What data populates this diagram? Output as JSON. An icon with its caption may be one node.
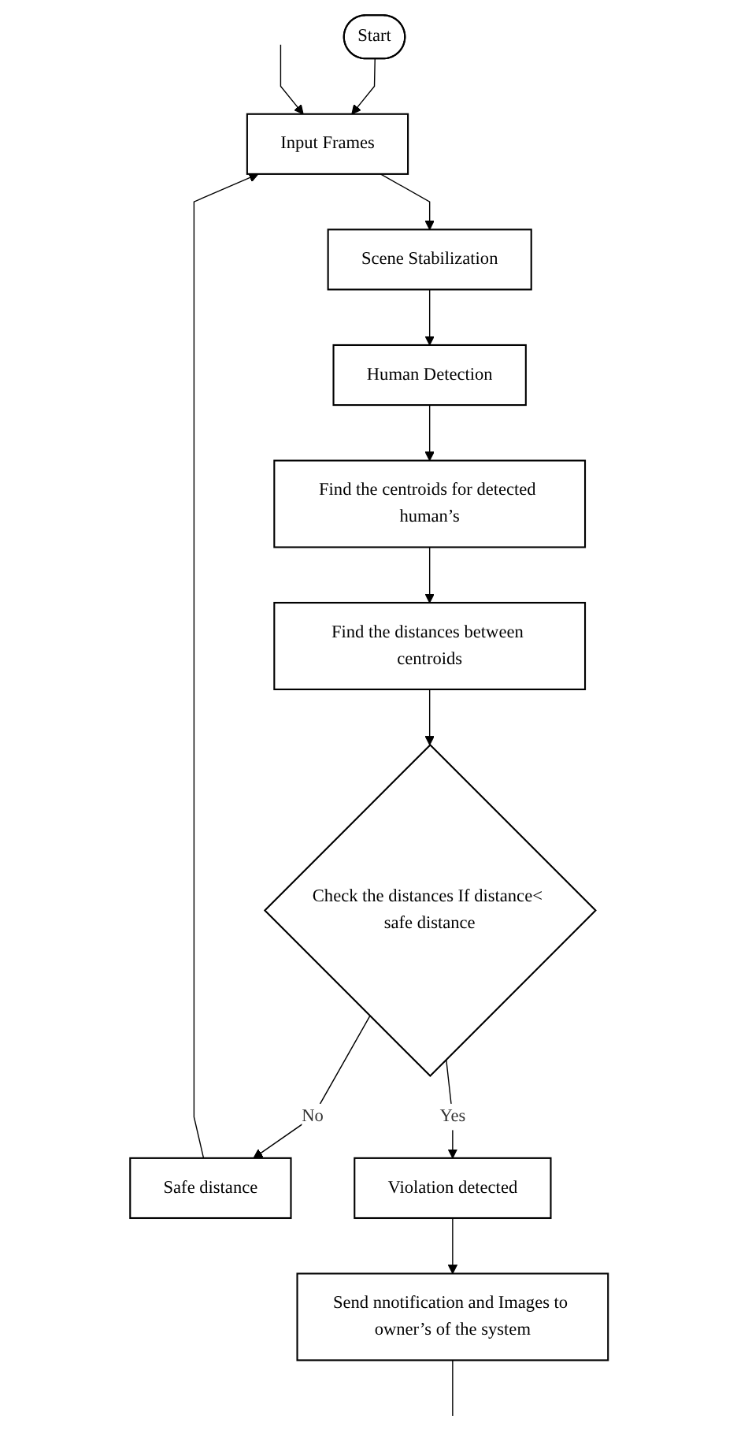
{
  "diagram": {
    "nodes": [
      {
        "text": [
          "Start"
        ]
      },
      {
        "text": [
          "Input Frames"
        ]
      },
      {
        "text": [
          "Scene Stabilization"
        ]
      },
      {
        "text": [
          "Human Detection"
        ]
      },
      {
        "text": [
          "Find the centroids for detected human’s"
        ]
      },
      {
        "text": [
          "Find the distances between centroids"
        ]
      },
      {
        "text": [
          "Check the distances If distance< safe distance"
        ]
      },
      {
        "text": [
          "Safe distance"
        ]
      },
      {
        "text": [
          "Violation detected"
        ]
      },
      {
        "text": [
          "Send nnotification and Images to owner’s of the system"
        ]
      }
    ],
    "edges": [
      {
        "from": 0,
        "to": 1,
        "arrow": "to"
      },
      {
        "from": 1,
        "to": 2,
        "arrow": "to"
      },
      {
        "from": 2,
        "to": 3,
        "arrow": "to"
      },
      {
        "from": 3,
        "to": 4,
        "arrow": "to"
      },
      {
        "from": 4,
        "to": 5,
        "arrow": "to"
      },
      {
        "from": 5,
        "to": 6,
        "arrow": "to"
      },
      {
        "from": 6,
        "to": 7,
        "label": "No",
        "arrow": "to"
      },
      {
        "from": 7,
        "to": 1,
        "arrow": "to"
      },
      {
        "from": 6,
        "to": 8,
        "label": "Yes",
        "arrow": "to"
      },
      {
        "from": 8,
        "to": 9,
        "arrow": "to"
      },
      {
        "from": 9,
        "to": null,
        "arrow": "none"
      },
      {
        "from": null,
        "to": 1,
        "arrow": "to"
      }
    ]
  }
}
